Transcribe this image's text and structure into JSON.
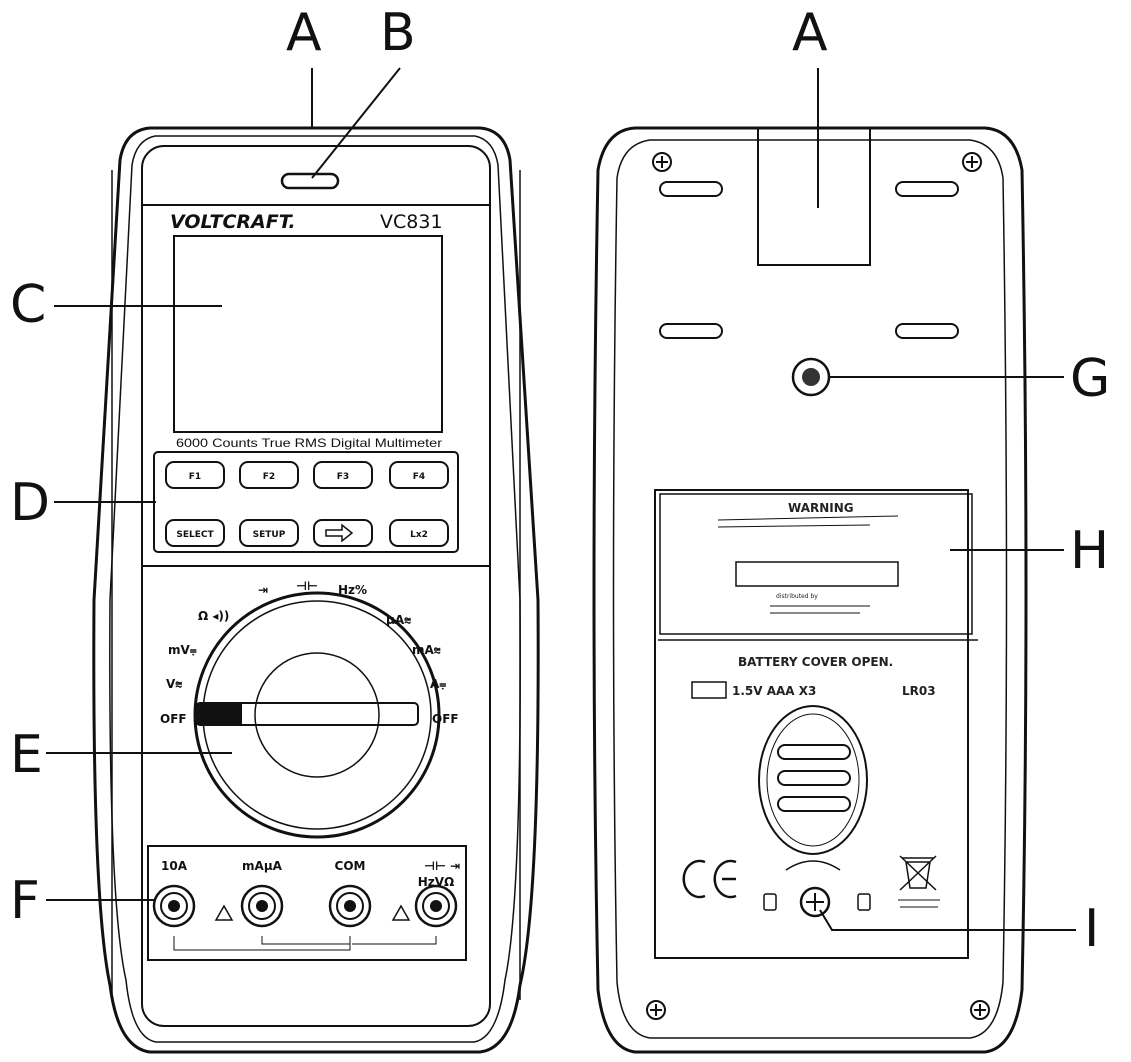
{
  "front": {
    "brand": "VOLTCRAFT.",
    "model": "VC831",
    "caption": "6000 Counts True RMS Digital Multimeter",
    "buttons_top": [
      "F1",
      "F2",
      "F3",
      "F4"
    ],
    "buttons_bottom": [
      "SELECT",
      "SETUP",
      "",
      "Lx2"
    ],
    "dial_labels": {
      "diode": "⇥",
      "capacitor": "⊣⊢",
      "hz": "Hz%",
      "ohm": "Ω ◂))",
      "mv": "mV⩦",
      "v": "V⩬",
      "off_left": "OFF",
      "ua": "µA⩬",
      "ma": "mA⩬",
      "a": "A⩦",
      "off_right": "OFF"
    },
    "jacks": [
      "10A",
      "mAµA",
      "COM",
      "HzVΩ"
    ],
    "jack_symbol": "⊣⊢ ⇥"
  },
  "back": {
    "warning_title": "WARNING",
    "distributed_by": "distributed by",
    "battery_cover": "BATTERY COVER OPEN.",
    "battery_spec": "1.5V  AAA  X3",
    "battery_type": "LR03"
  },
  "callouts": {
    "front_a": "A",
    "front_b": "B",
    "front_c": "C",
    "front_d": "D",
    "front_e": "E",
    "front_f": "F",
    "back_a": "A",
    "back_g": "G",
    "back_h": "H",
    "back_i": "I"
  }
}
